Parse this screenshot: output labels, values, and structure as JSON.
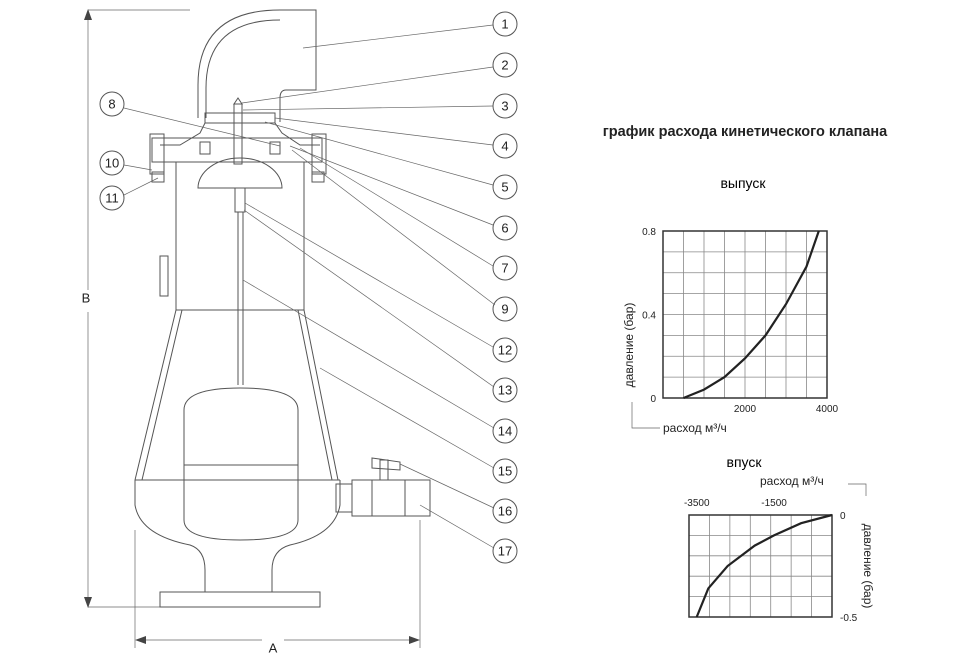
{
  "diagram": {
    "dimension_a": "A",
    "dimension_b": "B",
    "callouts": [
      "1",
      "2",
      "3",
      "4",
      "5",
      "6",
      "7",
      "8",
      "9",
      "10",
      "11",
      "12",
      "13",
      "14",
      "15",
      "16",
      "17"
    ]
  },
  "charts_title": "график расхода кинетического клапана",
  "chart_data": [
    {
      "type": "line",
      "title": "выпуск",
      "xlabel": "расход м³/ч",
      "ylabel": "давление (бар)",
      "xlim": [
        0,
        4000
      ],
      "ylim": [
        0,
        0.8
      ],
      "x_ticks": [
        "2000",
        "4000"
      ],
      "x_tick_values": [
        2000,
        4000
      ],
      "y_ticks": [
        "0",
        "0.4",
        "0.8"
      ],
      "y_tick_values": [
        0,
        0.4,
        0.8
      ],
      "grid": true,
      "grid_x_step": 500,
      "grid_y_step": 0.1,
      "x": [
        500,
        1000,
        1500,
        2000,
        2500,
        3000,
        3500,
        3800
      ],
      "y": [
        0,
        0.04,
        0.1,
        0.19,
        0.3,
        0.45,
        0.63,
        0.8
      ]
    },
    {
      "type": "line",
      "title": "впуск",
      "xlabel": "расход м³/ч",
      "ylabel": "давление (бар)",
      "xlim": [
        -3700,
        0
      ],
      "ylim": [
        -0.5,
        0
      ],
      "x_ticks": [
        "-3500",
        "-1500"
      ],
      "x_tick_values": [
        -3500,
        -1500
      ],
      "y_ticks": [
        "0",
        "-0.5"
      ],
      "y_tick_values": [
        0,
        -0.5
      ],
      "grid": true,
      "grid_x_step": 528.6,
      "grid_y_step": 0.1,
      "x": [
        -3500,
        -3200,
        -2700,
        -2000,
        -1500,
        -800,
        0
      ],
      "y": [
        -0.5,
        -0.36,
        -0.25,
        -0.15,
        -0.1,
        -0.04,
        0
      ]
    }
  ]
}
